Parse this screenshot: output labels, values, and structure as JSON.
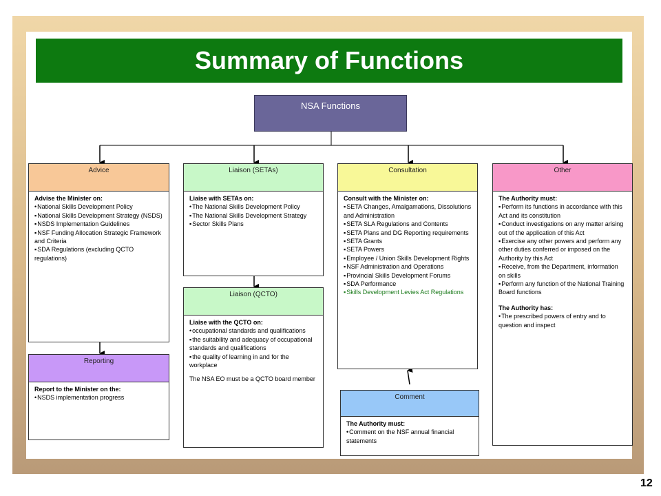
{
  "title": "Summary of Functions",
  "page_number": "12",
  "root": {
    "label": "NSA Functions"
  },
  "boxes": {
    "advice": {
      "header": "Advice",
      "lead": "Advise the Minister on:",
      "items": [
        "National Skills Development Policy",
        "National Skills Development Strategy (NSDS)",
        "NSDS Implementation Guidelines",
        "NSF Funding Allocation Strategic Framework and Criteria",
        "SDA Regulations (excluding QCTO regulations)"
      ]
    },
    "liaison_setas": {
      "header": "Liaison (SETAs)",
      "lead": "Liaise with SETAs on:",
      "items": [
        "The National Skills Development Policy",
        "The National Skills Development Strategy",
        "Sector Skills Plans"
      ]
    },
    "consultation": {
      "header": "Consultation",
      "lead": "Consult with the Minister on:",
      "items": [
        "SETA Changes, Amalgamations, Dissolutions and Administration",
        "SETA SLA Regulations and Contents",
        "SETA Plans and DG Reporting requirements",
        "SETA Grants",
        "SETA Powers",
        "Employee / Union Skills Development Rights",
        "NSF Administration and Operations",
        "Provincial Skills Development Forums",
        "SDA Performance",
        "Skills Development Levies Act Regulations"
      ]
    },
    "other": {
      "header": "Other",
      "lead": "The Authority must:",
      "items": [
        "Perform its functions in accordance with this Act and its constitution",
        "Conduct investigations on any matter arising out of the application of this Act",
        "Exercise any other powers and perform any other duties conferred or imposed on the Authority by this Act",
        "Receive, from the Department, information on skills",
        "Perform any function of the National Training Board functions"
      ],
      "lead2": "The Authority has:",
      "items2": [
        "The prescribed powers of entry and to question and inspect"
      ]
    },
    "reporting": {
      "header": "Reporting",
      "lead": "Report to the Minister on the:",
      "items": [
        "NSDS implementation progress"
      ]
    },
    "liaison_qcto": {
      "header": "Liaison (QCTO)",
      "lead": "Liaise with the QCTO on:",
      "items": [
        "occupational standards and qualifications",
        "the suitability and adequacy of occupational standards and qualifications",
        "the quality of learning in and for the workplace"
      ],
      "note": "The NSA EO must be a QCTO board member"
    },
    "comment": {
      "header": "Comment",
      "lead": "The Authority must:",
      "items": [
        "Comment on the NSF annual financial statements"
      ]
    }
  },
  "colors": {
    "banner": "#0d7a10",
    "root": "#6a6699",
    "advice": "#f8c898",
    "liaison_setas": "#c8f8c8",
    "consultation": "#f8f898",
    "other": "#f898c8",
    "reporting": "#c898f8",
    "liaison_qcto": "#c8f8c8",
    "comment": "#98c8f8"
  }
}
